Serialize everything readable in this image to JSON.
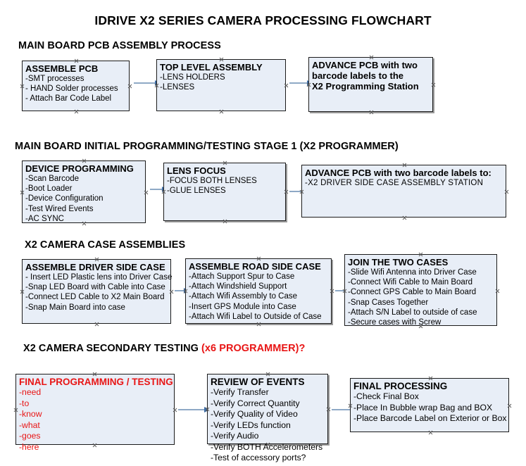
{
  "document": {
    "title": "IDRIVE X2  SERIES CAMERA PROCESSING FLOWCHART"
  },
  "theme": {
    "box_fill": "#e8eef7",
    "box_border": "#1b1b1b",
    "text_black": "#000000",
    "text_red": "#e81515",
    "arrow_line": "#8ea9c6",
    "arrow_head": "#3f6fa8",
    "page_background": "#ffffff"
  },
  "sections": [
    {
      "heading": "MAIN BOARD PCB ASSEMBLY PROCESS",
      "heading_accent": "",
      "boxes": [
        {
          "title": "ASSEMBLE PCB",
          "lines": [
            "-SMT processes",
            "- HAND Solder processes",
            "- Attach Bar Code Label"
          ]
        },
        {
          "title": "TOP LEVEL ASSEMBLY",
          "lines": [
            "-LENS HOLDERS",
            "-LENSES"
          ]
        },
        {
          "title": "ADVANCE PCB with two",
          "lines": [
            "barcode labels to the",
            " X2 Programming Station"
          ]
        }
      ]
    },
    {
      "heading": "MAIN BOARD INITIAL PROGRAMMING/TESTING STAGE 1 (X2 PROGRAMMER)",
      "heading_accent": "",
      "boxes": [
        {
          "title": "DEVICE PROGRAMMING",
          "lines": [
            "-Scan Barcode",
            "-Boot Loader",
            "-Device Configuration",
            "-Test Wired Events",
            "-AC SYNC"
          ]
        },
        {
          "title": "LENS FOCUS",
          "lines": [
            "-FOCUS BOTH LENSES",
            "-GLUE LENSES"
          ]
        },
        {
          "title": "ADVANCE PCB with two barcode labels to:",
          "lines": [
            "-X2 DRIVER  SIDE  CASE  ASSEMBLY STATION"
          ]
        }
      ]
    },
    {
      "heading": "X2 CAMERA CASE ASSEMBLIES",
      "heading_accent": "",
      "boxes": [
        {
          "title": "ASSEMBLE DRIVER SIDE CASE",
          "lines": [
            "- Insert LED Plastic lens into Driver Case",
            "-Snap LED Board with Cable into Case",
            "-Connect LED Cable to X2 Main Board",
            "-Snap Main Board into case"
          ]
        },
        {
          "title": "ASSEMBLE ROAD SIDE CASE",
          "lines": [
            "-Attach Support Spur to Case",
            "-Attach Windshield Support",
            "-Attach Wifi Assembly to Case",
            "-Insert GPS Module into Case",
            "-Attach Wifi Label to Outside of Case"
          ]
        },
        {
          "title": "JOIN THE TWO CASES",
          "lines": [
            "-Slide Wifi Antenna into Driver Case",
            "-Connect Wifi Cable to Main Board",
            "-Connect GPS Cable to Main Board",
            "-Snap Cases Together",
            "-Attach S/N Label to outside of case",
            "-Secure cases with Screw"
          ]
        }
      ]
    },
    {
      "heading": "X2 CAMERA SECONDARY TESTING ",
      "heading_accent": "(x6 PROGRAMMER)?",
      "boxes": [
        {
          "title": "FINAL PROGRAMMING / TESTING",
          "lines": [
            "-need",
            "-to",
            "-know",
            "-what",
            "-goes",
            "-here"
          ]
        },
        {
          "title": "REVIEW OF EVENTS",
          "lines": [
            "-Verify Transfer",
            "-Verify Correct Quantity",
            "-Verify Quality of Video",
            "-Verify LEDs function",
            "-Verify Audio",
            "-Verify BOTH Accelerometers",
            "-Test of accessory ports?"
          ]
        },
        {
          "title": "FINAL PROCESSING",
          "lines": [
            " -Check Final Box",
            "-Place In Bubble wrap Bag and BOX",
            "-Place Barcode Label on Exterior or Box"
          ]
        }
      ]
    }
  ]
}
